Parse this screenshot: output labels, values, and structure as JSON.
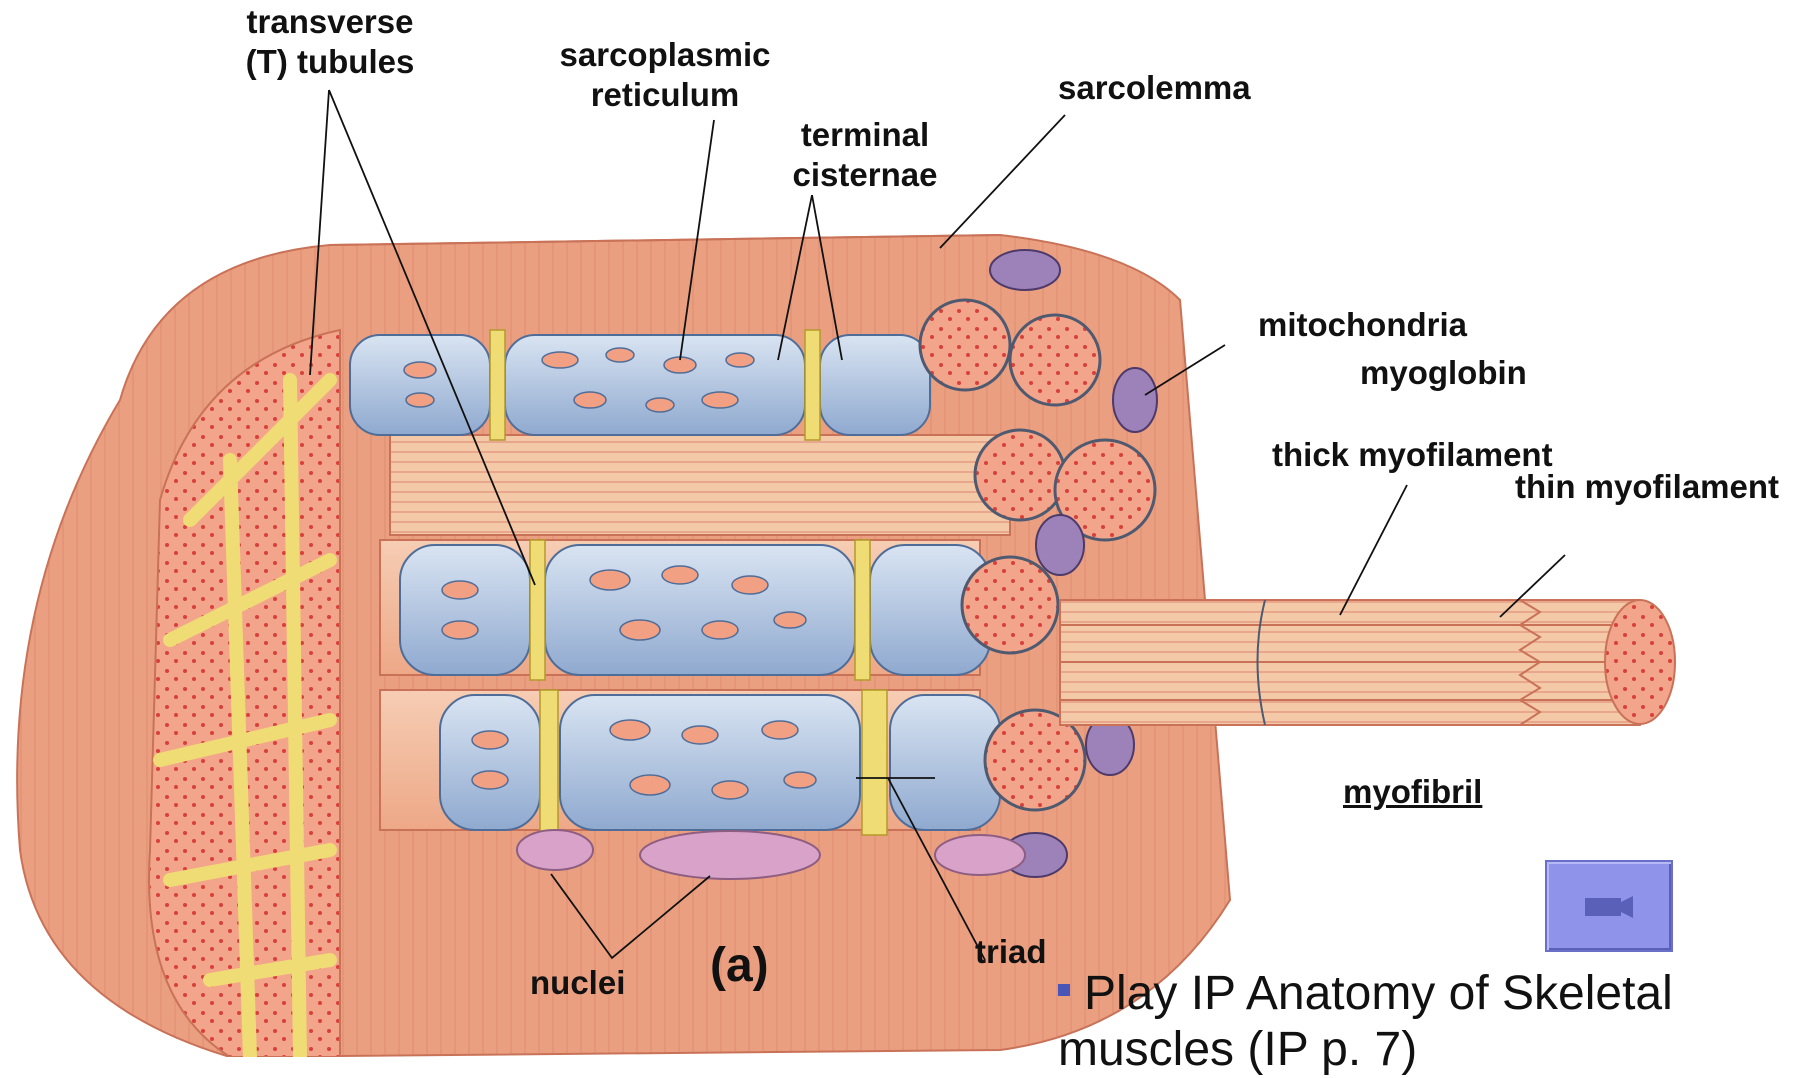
{
  "labels": {
    "t_tubules_1": "transverse",
    "t_tubules_2": "(T) tubules",
    "sr_1": "sarcoplasmic",
    "sr_2": "reticulum",
    "tc_1": "terminal",
    "tc_2": "cisternae",
    "sarcolemma": "sarcolemma",
    "mitochondria": "mitochondria",
    "myoglobin": "myoglobin",
    "thick": "thick myofilament",
    "thin": "thin myofilament",
    "myofibril": "myofibril",
    "triad": "triad",
    "nuclei": "nuclei",
    "part": "(a)"
  },
  "bullet": {
    "line1": "Play IP Anatomy of Skeletal",
    "line2": "muscles (IP p. 7)"
  },
  "icons": {
    "play_button": "video-camera-icon"
  },
  "colors": {
    "sarcolemma": "#e99a7c",
    "sarcoplasmic_reticulum": "#b9cde6",
    "t_tubule": "#f0dc74",
    "myofibril": "#f2a083",
    "nucleus": "#d8a2c9",
    "button": "#8f93ea"
  }
}
